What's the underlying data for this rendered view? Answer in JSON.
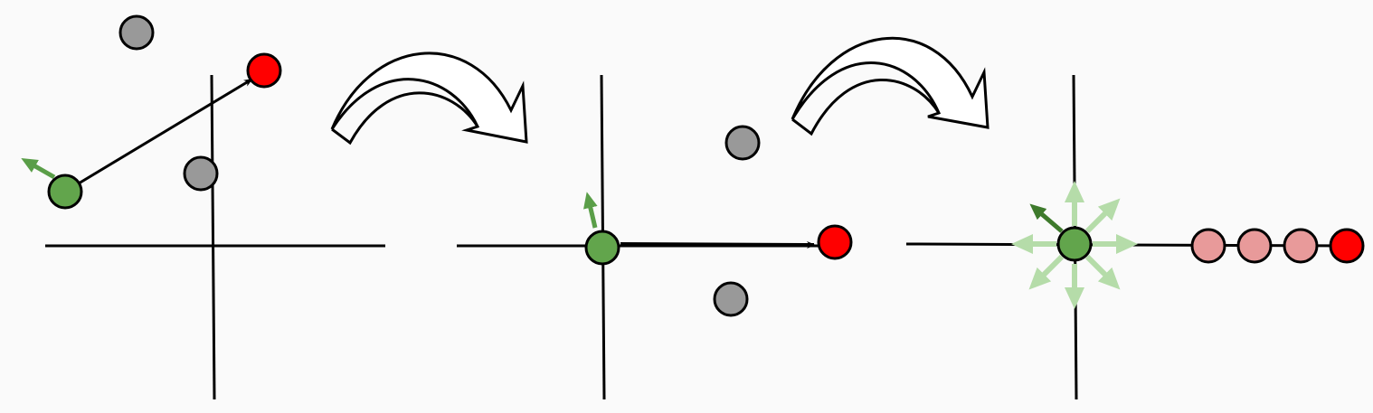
{
  "figure": {
    "panel_count": 3,
    "transitions": 2,
    "colors": {
      "background": "#fafafa",
      "line": "#000000",
      "agent_fill": "#62a54c",
      "agent_arrow": "#5a9e48",
      "agent_arrow_dark": "#3e7a2c",
      "goal_fill": "#ff0000",
      "obstacle_fill": "#999999",
      "ghost_fill": "#e89a9a",
      "candidate_arrow": "#b5dca9",
      "flow_arrow_fill": "#ffffff"
    }
  },
  "panels": [
    {
      "id": "original-frame",
      "agent": "green-dot",
      "goal": "red-dot",
      "obstacles": [
        "gray-dot",
        "gray-dot"
      ],
      "agent_heading": "up-left",
      "goal_vector": "agent-to-goal"
    },
    {
      "id": "transformed-frame",
      "agent": "green-dot-at-origin",
      "goal": "red-dot-on-x-axis",
      "obstacles": [
        "gray-dot",
        "gray-dot"
      ],
      "agent_heading": "up",
      "goal_vector": "along-positive-x-axis"
    },
    {
      "id": "action-candidates",
      "agent": "green-dot-at-origin",
      "goal": "red-dot-on-x-axis",
      "interpolated_goals": [
        "pink-dot",
        "pink-dot",
        "pink-dot"
      ],
      "candidate_directions": 8,
      "selected_direction": "up-left"
    }
  ]
}
